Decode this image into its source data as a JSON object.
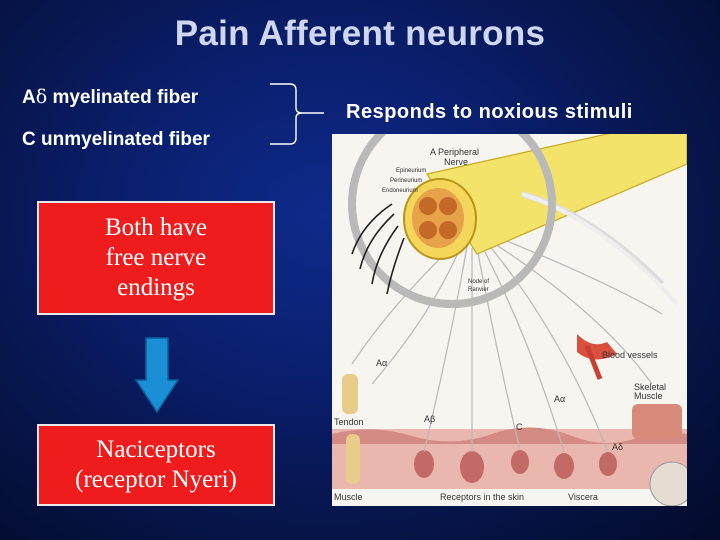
{
  "slide": {
    "title": "Pain Afferent neurons",
    "fiber_a_prefix": "A",
    "fiber_a_symbol": "δ",
    "fiber_a_rest": " myelinated fiber",
    "fiber_c": "C unmyelinated fiber",
    "responds": "Responds to noxious stimuli",
    "box1_line1": "Both have",
    "box1_line2": "free nerve",
    "box1_line3": "endings",
    "box2_line1": "Naciceptors",
    "box2_line2": "(receptor Nyeri)"
  },
  "figure": {
    "peripheral_nerve": "A  Peripheral",
    "peripheral_nerve2": "Nerve",
    "epineurium": "Epineurium",
    "perineurium": "Perineurium",
    "endoneurium": "Endoneurium",
    "node_of_ranvier": "Node of",
    "node_of_ranvier2": "Ranvier",
    "blood_vessels": "Blood vessels",
    "skeletal_muscle": "Skeletal",
    "skeletal_muscle2": "Muscle",
    "a_alpha_1": "Aα",
    "a_alpha_2": "Aα",
    "a_beta": "Aβ",
    "c_label": "C",
    "a_delta": "Aδ",
    "tendon": "Tendon",
    "muscle": "Muscle",
    "receptors_skin": "Receptors in the skin",
    "viscera": "Viscera"
  },
  "colors": {
    "background": "#0a1f6e",
    "title": "#cfd6ee",
    "box_red": "#ee1c1c",
    "arrow": "#1a8fd6"
  }
}
